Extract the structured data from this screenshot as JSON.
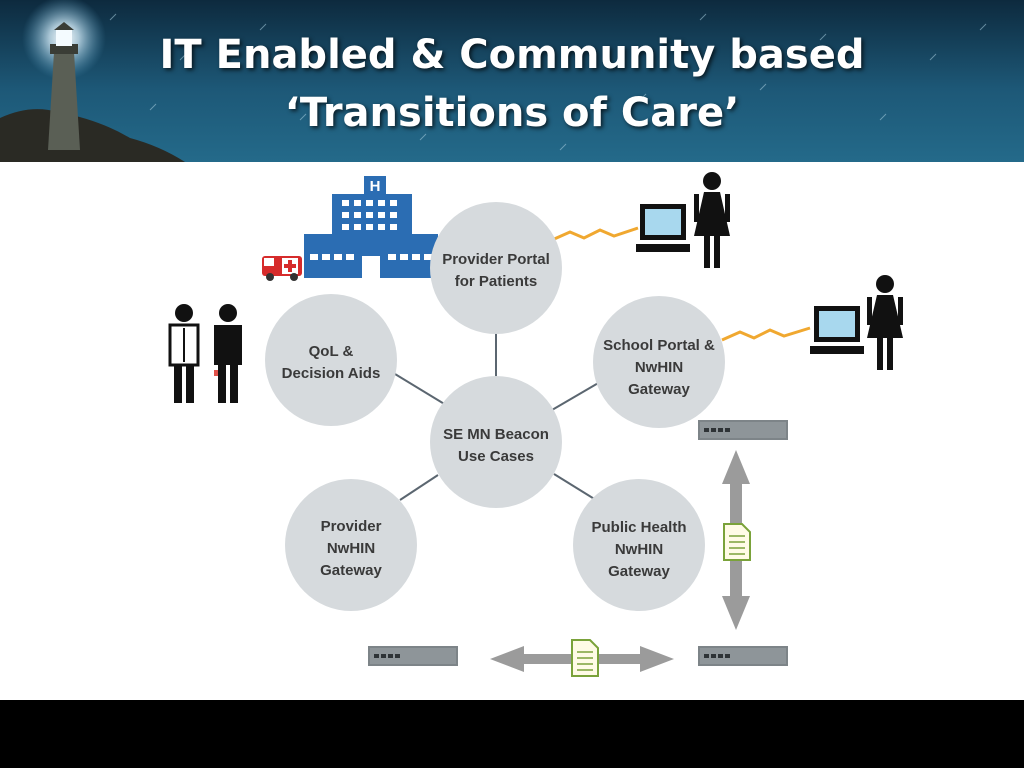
{
  "slide": {
    "title_line1": "IT Enabled & Community based",
    "title_line2": "‘Transitions of Care’"
  },
  "diagram": {
    "center": [
      "SE MN Beacon",
      "Use Cases"
    ],
    "nodes": {
      "provider_portal": [
        "Provider Portal",
        "for Patients"
      ],
      "school_portal": [
        "School Portal &",
        "NwHIN",
        "Gateway"
      ],
      "public_health": [
        "Public Health",
        "NwHIN",
        "Gateway"
      ],
      "provider_gateway": [
        "Provider",
        "NwHIN",
        "Gateway"
      ],
      "qol": [
        "QoL &",
        "Decision Aids"
      ]
    },
    "hospital_sign": "H"
  },
  "colors": {
    "node_fill": "#d6dadd",
    "link": "#5b6670",
    "hospital": "#2b6db3",
    "ambulance": "#d62b2b",
    "zigzag": "#f0a830",
    "arrow": "#9b9b9b",
    "document": "#7aa23a"
  },
  "icons": [
    "hospital-icon",
    "ambulance-icon",
    "computer-icon",
    "person-icon",
    "doctor-icon",
    "router-icon",
    "document-icon"
  ]
}
